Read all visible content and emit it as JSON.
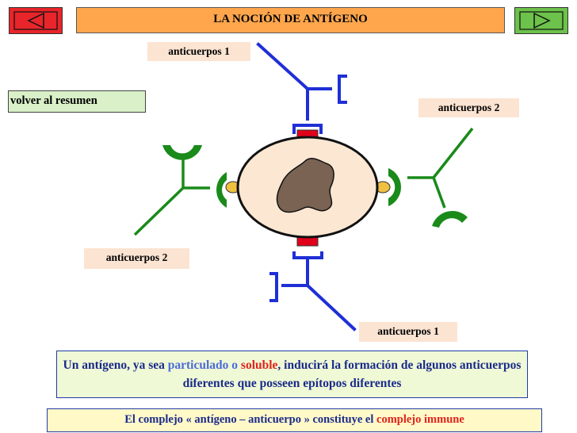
{
  "header": {
    "title": "LA NOCIÓN DE ANTÍGENO"
  },
  "nav": {
    "back_color": "#e8252a",
    "next_color": "#6cc24a"
  },
  "back_to_summary": "volver al resumen",
  "labels": {
    "top_left": "anticuerpos 1",
    "top_right": "anticuerpos 2",
    "bottom_left": "anticuerpos 2",
    "bottom_right": "anticuerpos 1"
  },
  "info1": {
    "part1": "Un antígeno,  ya sea ",
    "particulado": "particulado o ",
    "soluble": "soluble",
    "part2": ", inducirá la formación de algunos anticuerpos diferentes que posseen epítopos diferentes"
  },
  "info2": {
    "part1": "El complejo « antígeno – anticuerpo » constituye el ",
    "highlight": "complejo immune"
  },
  "colors": {
    "antibody1": "#1f2fd6",
    "antibody2": "#1a8a1a",
    "antigen_fill": "#fbe7d2",
    "antigen_core": "#7a6353",
    "epitope_red": "#e0001a",
    "epitope_yellow": "#f0c040"
  }
}
